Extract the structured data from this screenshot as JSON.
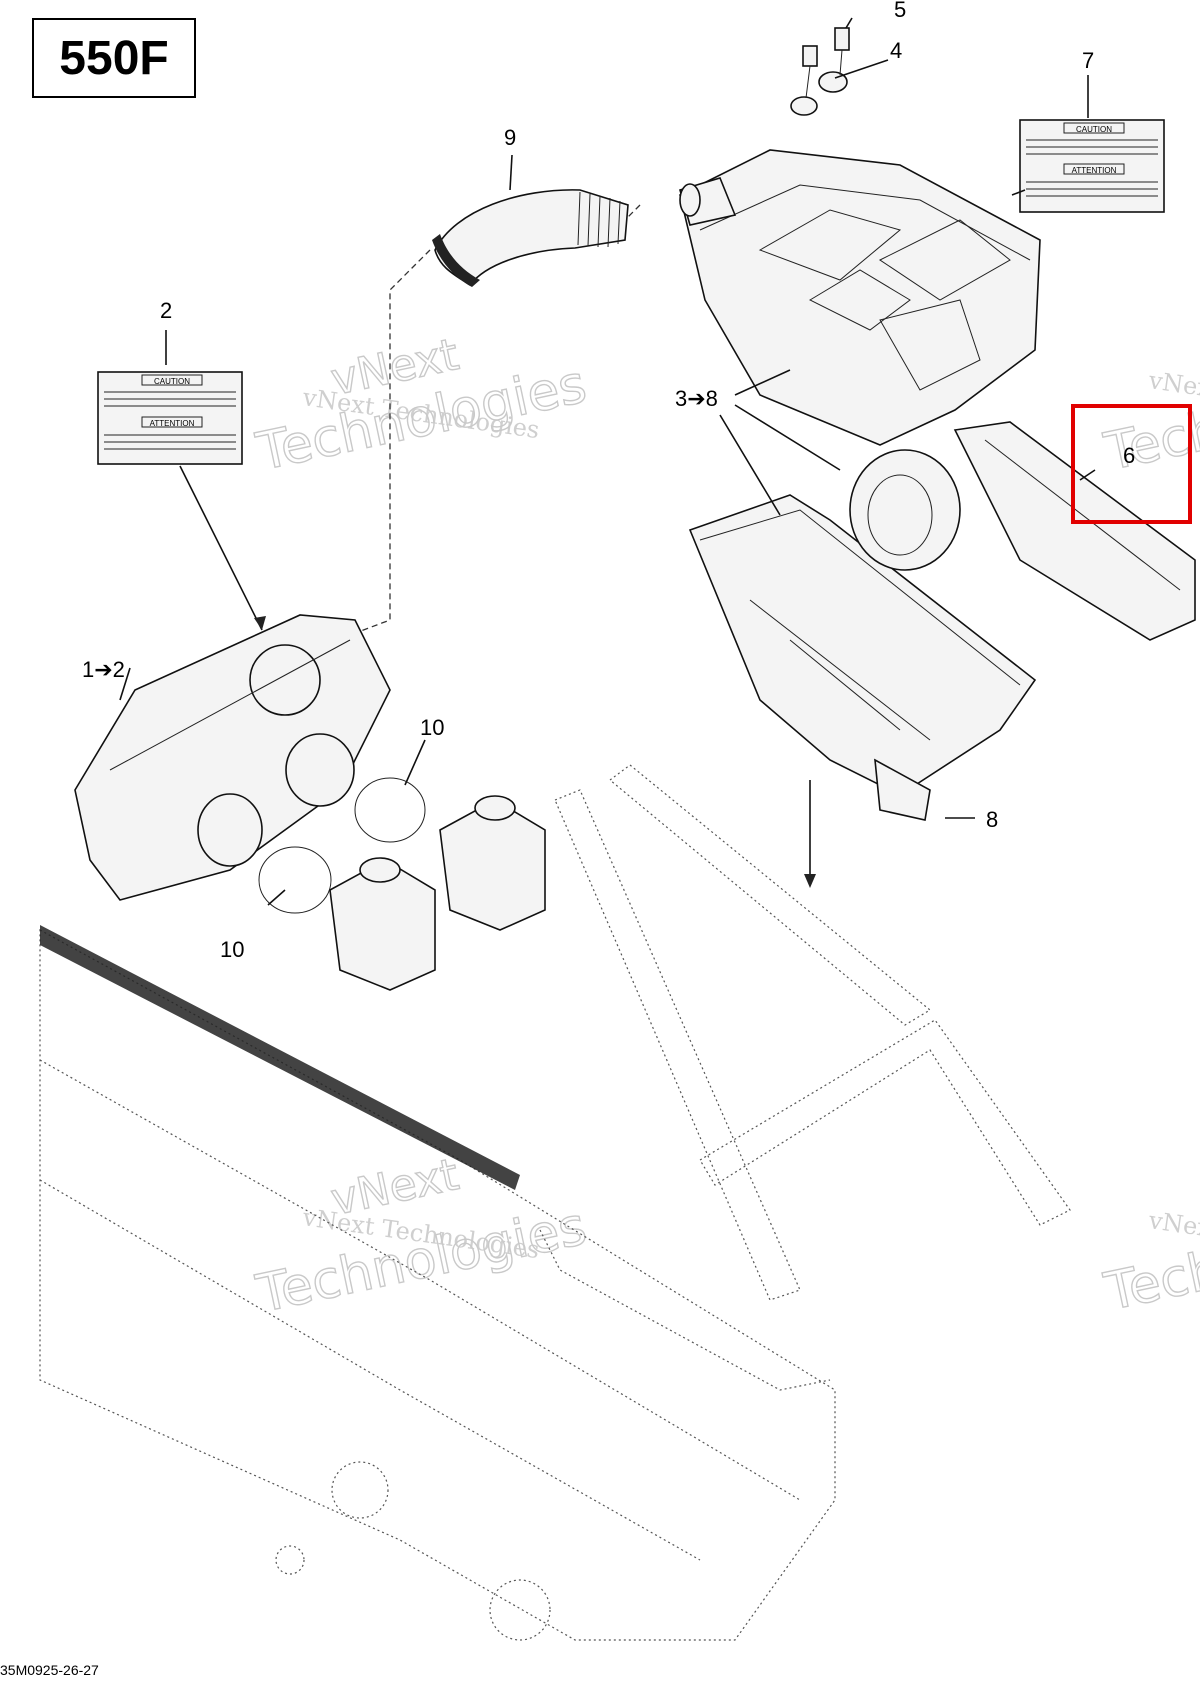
{
  "model": "550F",
  "drawing_code": "35M0925-26-27",
  "watermark": {
    "line1": "vNext Technologies",
    "line2": "vNext",
    "line3": "Technologies"
  },
  "callouts": [
    {
      "id": "c1",
      "label": "1➔2"
    },
    {
      "id": "c2",
      "label": "2"
    },
    {
      "id": "c3",
      "label": "3➔8"
    },
    {
      "id": "c4",
      "label": "4"
    },
    {
      "id": "c5",
      "label": "5"
    },
    {
      "id": "c6",
      "label": "6"
    },
    {
      "id": "c7",
      "label": "7"
    },
    {
      "id": "c8",
      "label": "8"
    },
    {
      "id": "c9",
      "label": "9"
    },
    {
      "id": "c10a",
      "label": "10"
    },
    {
      "id": "c10b",
      "label": "10"
    }
  ],
  "labels": {
    "decal_left": {
      "heading1": "CAUTION",
      "heading2": "ATTENTION"
    },
    "decal_right": {
      "heading1": "CAUTION",
      "heading2": "ATTENTION"
    }
  },
  "highlight": {
    "target": "6",
    "color": "#e10000"
  }
}
